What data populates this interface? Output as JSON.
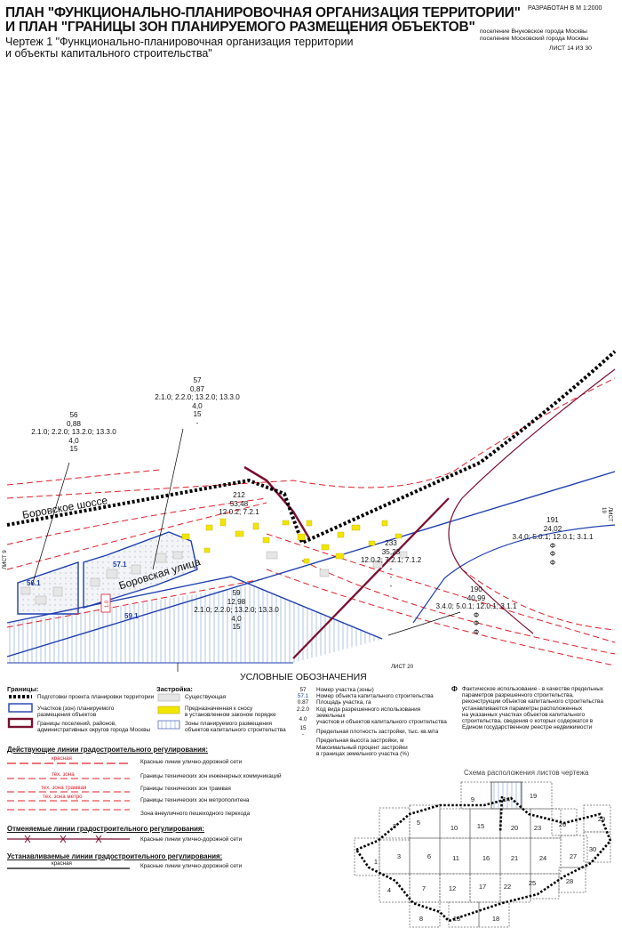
{
  "header": {
    "title_line1": "ПЛАН \"ФУНКЦИОНАЛЬНО-ПЛАНИРОВОЧНАЯ ОРГАНИЗАЦИЯ ТЕРРИТОРИИ\"",
    "title_line2": "И ПЛАН \"ГРАНИЦЫ ЗОН ПЛАНИРУЕМОГО РАЗМЕЩЕНИЯ ОБЪЕКТОВ\"",
    "subtitle_line1": "Чертеж 1 \"Функционально-планировочная организация территории",
    "subtitle_line2": "и объекты капитального строительства\"",
    "scale": "РАЗРАБОТАН В М 1:2000",
    "place1": "поселение Внуковское города Москвы",
    "place2": "поселение Московский города Москвы",
    "sheet": "ЛИСТ 14 ИЗ 30"
  },
  "map": {
    "street1": "Боровское шоссе",
    "street2": "Боровская улица",
    "sheet_left": "ЛИСТ 9",
    "sheet_right": "ЛИСТ 19",
    "sheet_bottom": "ЛИСТ 20",
    "zone_561": "56.1",
    "zone_571": "57.1",
    "zone_591": "59.1",
    "vert_label": "1.0",
    "parcel56": [
      "56",
      "0,88",
      "2.1.0; 2.2.0; 13.2.0; 13.3.0",
      "4,0",
      "15"
    ],
    "parcel57": [
      "57",
      "0,87",
      "2.1.0; 2.2.0; 13.2.0; 13.3.0",
      "4,0",
      "15",
      "-"
    ],
    "parcel212": [
      "212",
      "53,48",
      "12.0.2; 7.2.1"
    ],
    "parcel59": [
      "59",
      "12,98",
      "2.1.0; 2.2.0; 13.2.0; 13.3.0",
      "4,0",
      "15"
    ],
    "parcel233": [
      "233",
      "35,23",
      "12.0.2; 7.2.1; 7.1.2",
      "-",
      "-",
      "-"
    ],
    "parcel191": [
      "191",
      "24,02",
      "3.4.0; 5.0.1; 12.0.1; 3.1.1",
      "Ф",
      "Ф",
      "Ф"
    ],
    "parcel190": [
      "190",
      "40,99",
      "3.4.0; 5.0.1; 12.0.1; 3.1.1",
      "Ф",
      "Ф",
      "Ф"
    ]
  },
  "legend": {
    "title": "УСЛОВНЫЕ ОБОЗНАЧЕНИЯ",
    "borders_header": "Границы:",
    "b1": "Подготовки проекта планировки территории",
    "b2a": "Участков (зон) планируемого",
    "b2b": "размещения объектов",
    "b3a": "Границы поселений, районов,",
    "b3b": "административных округов города Москвы",
    "build_header": "Застройка:",
    "z1": "Существующая",
    "z2a": "Предназначенная к сносу",
    "z2b": "в установленном законом порядке",
    "z3a": "Зоны планируемого размещения",
    "z3b": "объектов капитального строительства",
    "codes": [
      "57",
      "57.1",
      "0.87",
      "2.2.0",
      "",
      "4.0",
      "15",
      "-"
    ],
    "code_desc": [
      "Номер участка (зоны)",
      "Номер объекта капитального строительства",
      "Площадь участка, га",
      "Код вида разрешенного использования земельных",
      "участков и объектов капитального строительства",
      "Предельная плотность застройки, тыс. кв.м/га",
      "Предельная высота застройки, м",
      "Максимальный процент застройки",
      "в границах земельного участка (%)"
    ],
    "phi": "Ф",
    "phi_text": [
      "Фактическое использование - в качестве предельных",
      "параметров разрешенного строительства,",
      "реконструкции объектов капитального строительства",
      "устанавливаются параметры расположенных",
      "на указанных участках объектов капитального",
      "строительства, сведения о которых содержатся в",
      "Едином государственном реестре недвижимости"
    ],
    "reg_header": "Действующие линии градостроительного регулирования:",
    "r1tag": "красная",
    "r1": "Красные линии улично-дорожной сети",
    "r2tag": "тех. зона",
    "r2": "Границы технических зон инженерных коммуникаций",
    "r3tag": "тех. зона трамвая",
    "r3": "Границы технических зон трамвая",
    "r4tag": "тех. зона метро",
    "r4": "Границы технических зон метрополитена",
    "r5": "Зона внеуличного пешеходного перехода",
    "cancel_header": "Отменяемые линии градостроительного регулирования:",
    "c1": "Красные линии улично-дорожной сети",
    "est_header": "Устанавливаемые линии градостроительного регулирования:",
    "e1tag": "красная",
    "e1": "Красные линии улично-дорожной сети"
  },
  "scheme": {
    "title": "Схема расположения листов чертежа",
    "cells": [
      "1",
      "2",
      "3",
      "4",
      "5",
      "6",
      "7",
      "8",
      "9",
      "10",
      "11",
      "12",
      "13",
      "14",
      "15",
      "16",
      "17",
      "18",
      "19",
      "20",
      "21",
      "22",
      "23",
      "24",
      "25",
      "26",
      "27",
      "28",
      "29",
      "30"
    ]
  },
  "colors": {
    "red": "#e0202a",
    "blue": "#1f3fb0",
    "maroon": "#7a1030",
    "yellow": "#f2e600"
  }
}
